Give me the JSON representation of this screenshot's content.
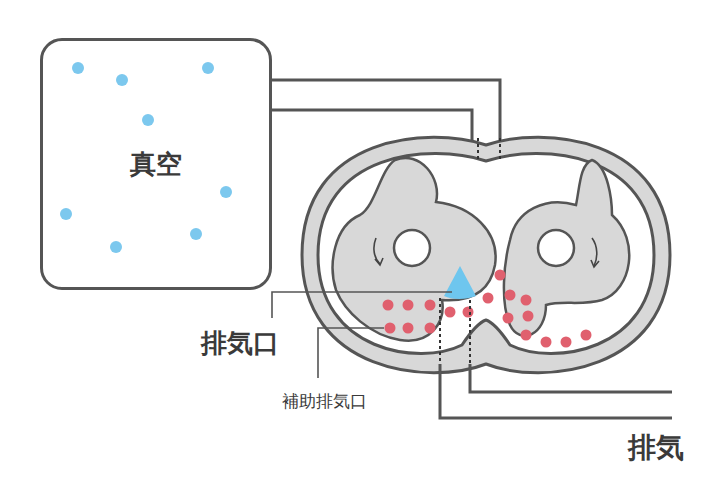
{
  "diagram": {
    "nodes": [
      {
        "text": [
          "真空"
        ]
      }
    ],
    "labels": [
      "排気口",
      "補助排気口",
      "排気"
    ]
  }
}
